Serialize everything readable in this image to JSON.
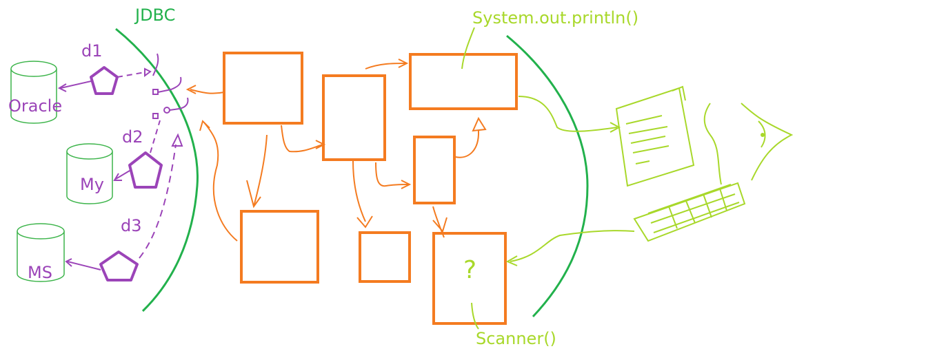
{
  "labels": {
    "jdbc": "JDBC",
    "println": "System.out.println()",
    "scanner": "Scanner()",
    "question": "?"
  },
  "drivers": [
    {
      "name": "d1"
    },
    {
      "name": "d2"
    },
    {
      "name": "d3"
    }
  ],
  "databases": [
    {
      "name": "Oracle"
    },
    {
      "name": "My"
    },
    {
      "name": "MS"
    }
  ],
  "colors": {
    "jdbc_boundary": "#22b14c",
    "io_boundary": "#22b14c",
    "program_boxes": "#f47b20",
    "drivers": "#9b44b8",
    "io": "#a8d82a",
    "databases": "#3cb44a"
  },
  "icons": [
    "document-icon",
    "keyboard-icon",
    "eye-icon"
  ]
}
